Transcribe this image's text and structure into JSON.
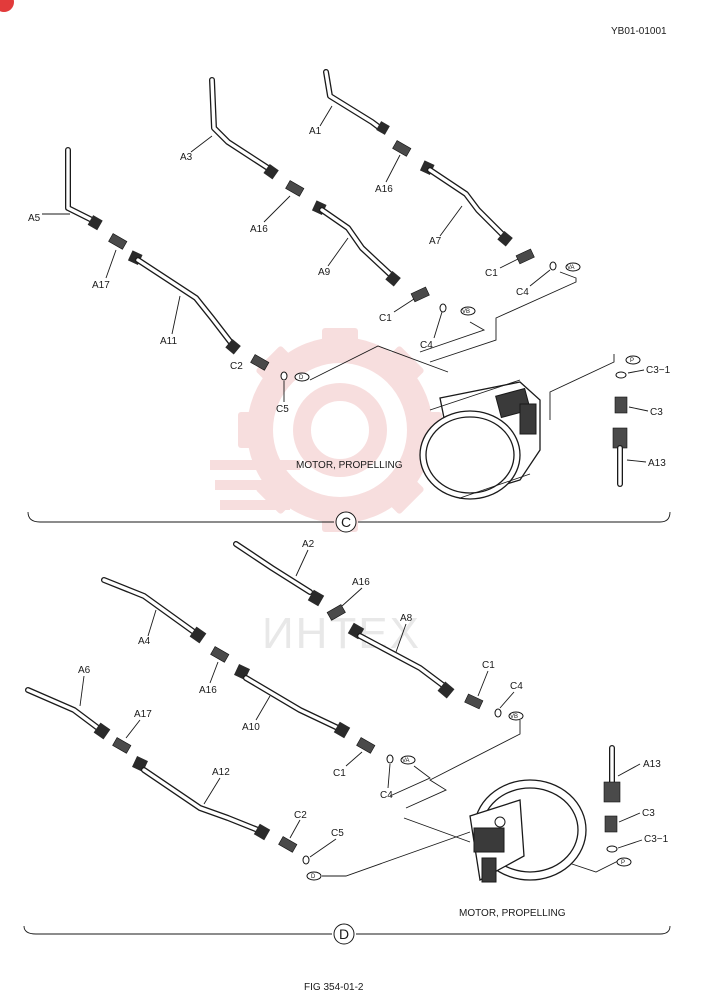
{
  "document": {
    "code": "YB01-01001",
    "figure_caption": "FIG 354-01-2",
    "watermark_text": "ИНТЕХ"
  },
  "sections": [
    {
      "id": "C",
      "marker": "C",
      "motor_label": "MOTOR, PROPELLING",
      "parts": [
        "A1",
        "A3",
        "A5",
        "A7",
        "A9",
        "A11",
        "A16",
        "A16",
        "A17",
        "C1",
        "C1",
        "C2",
        "C4",
        "C4",
        "C5",
        "C3-1",
        "C3",
        "A13"
      ],
      "port_tags": [
        "VA",
        "VB",
        "D",
        "P"
      ]
    },
    {
      "id": "D",
      "marker": "D",
      "motor_label": "MOTOR, PROPELLING",
      "parts": [
        "A2",
        "A4",
        "A6",
        "A8",
        "A10",
        "A12",
        "A16",
        "A16",
        "A17",
        "C1",
        "C1",
        "C2",
        "C4",
        "C4",
        "C5",
        "A13",
        "C3",
        "C3-1"
      ],
      "port_tags": [
        "VB",
        "VA",
        "D",
        "P"
      ]
    }
  ],
  "colors": {
    "line": "#1a1a1a",
    "watermark": "#f2c4c4",
    "background": "#ffffff"
  }
}
